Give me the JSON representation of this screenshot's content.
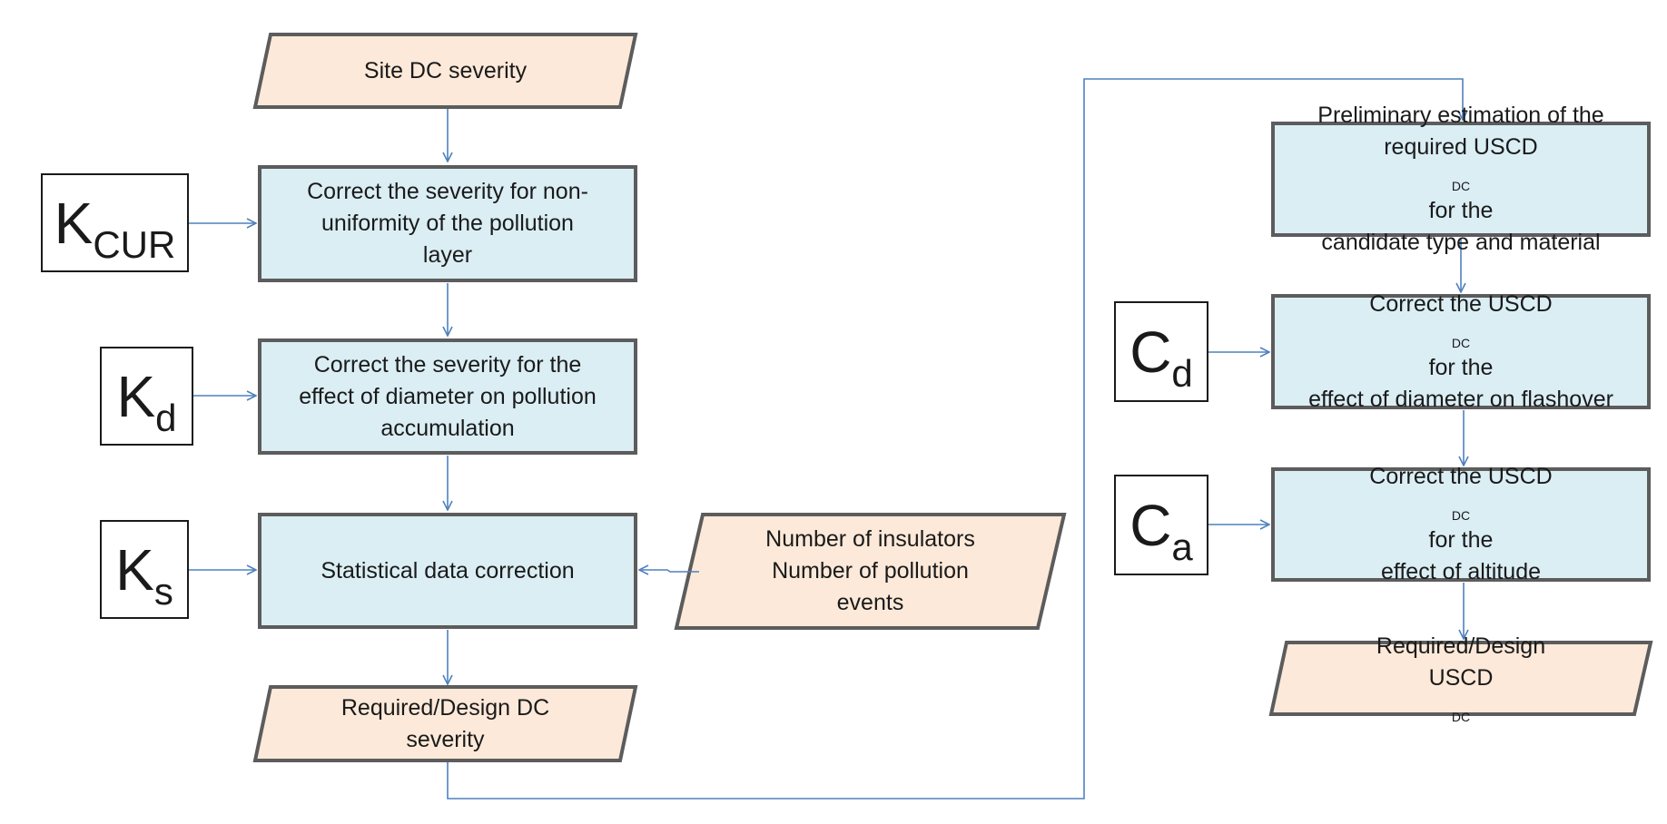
{
  "left_column": {
    "site_severity": "Site DC severity",
    "correct_non_uniformity": [
      "Correct the severity for non-",
      "uniformity of the pollution",
      "layer"
    ],
    "correct_diameter_accumulation": [
      "Correct the severity for the",
      "effect of diameter on pollution",
      "accumulation"
    ],
    "statistical_correction": "Statistical data correction",
    "design_severity": [
      "Required/Design DC",
      "severity"
    ]
  },
  "statistical_inputs": [
    "Number of insulators",
    "Number of pollution",
    "events"
  ],
  "factors": {
    "k_cur": {
      "base": "K",
      "sub": "CUR"
    },
    "k_d": {
      "base": "K",
      "sub": "d"
    },
    "k_s": {
      "base": "K",
      "sub": "s"
    },
    "c_d": {
      "base": "C",
      "sub": "d"
    },
    "c_a": {
      "base": "C",
      "sub": "a"
    }
  },
  "right_column": {
    "preliminary": {
      "line1": "Preliminary estimation of the",
      "line2_pre": "required USCD",
      "line2_sub": "DC",
      "line2_post": " for the",
      "line3": "candidate type and material"
    },
    "correct_diameter_flashover": {
      "line1_pre": "Correct the USCD",
      "line1_sub": "DC",
      "line1_post": " for the",
      "line2": "effect of diameter on flashover"
    },
    "correct_altitude": {
      "line1_pre": "Correct the USCD",
      "line1_sub": "DC",
      "line1_post": " for the",
      "line2": "effect of altitude"
    },
    "design_uscd": {
      "line1": "Required/Design",
      "line2_pre": "USCD",
      "line2_sub": "DC"
    }
  },
  "colors": {
    "process_fill": "#daeef4",
    "io_fill": "#fde9d9",
    "border": "#5c5c5c",
    "connector": "#4f81bd"
  }
}
